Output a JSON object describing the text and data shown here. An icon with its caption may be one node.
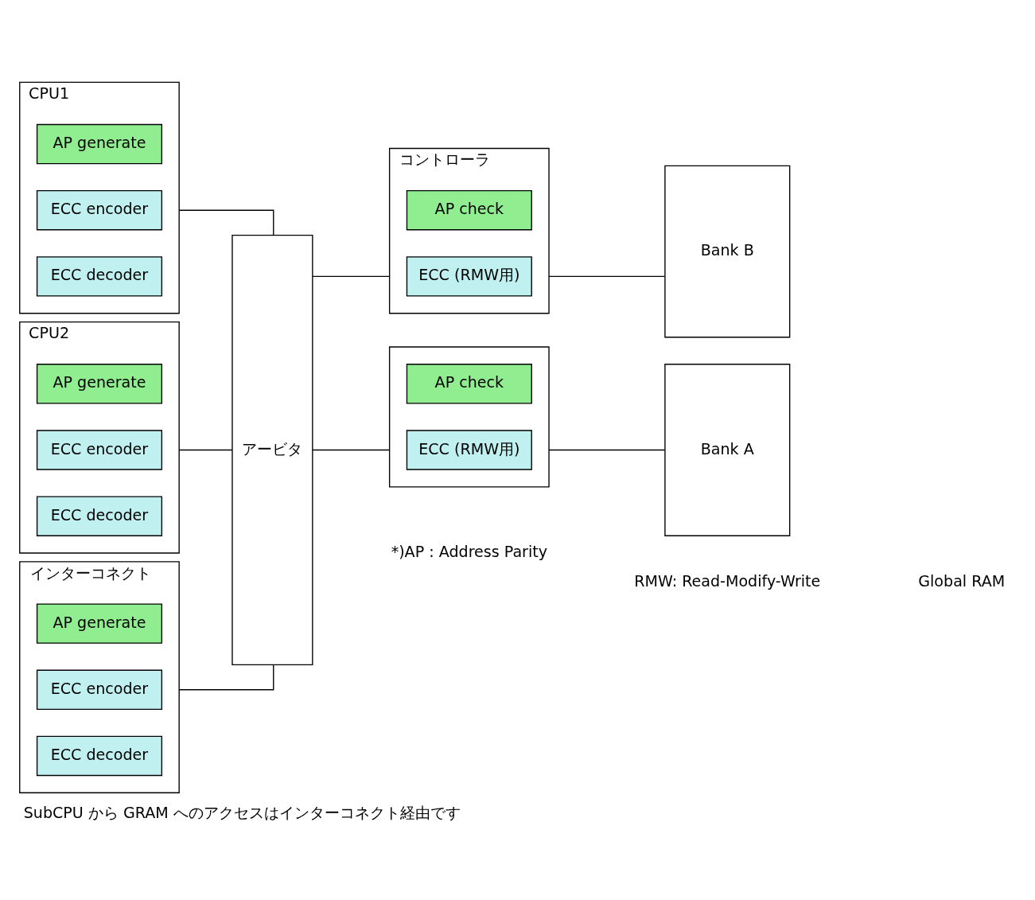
{
  "diagram": {
    "caption": "SubCPU から GRAM へのアクセスはインターコネクト経由です",
    "nodes": [
      {
        "text": [
          "CPU1"
        ]
      },
      {
        "text": [
          "AP generate"
        ],
        "in": 0
      },
      {
        "text": [
          "ECC encoder"
        ],
        "in": 0
      },
      {
        "text": [
          "ECC decoder"
        ],
        "in": 0
      },
      {
        "text": [
          "CPU2"
        ]
      },
      {
        "text": [
          "AP generate"
        ],
        "in": 4
      },
      {
        "text": [
          "ECC encoder"
        ],
        "in": 4
      },
      {
        "text": [
          "ECC decoder"
        ],
        "in": 4
      },
      {
        "text": [
          "インターコネクト"
        ]
      },
      {
        "text": [
          "AP generate"
        ],
        "in": 8
      },
      {
        "text": [
          "ECC encoder"
        ],
        "in": 8
      },
      {
        "text": [
          "ECC decoder"
        ],
        "in": 8
      },
      {
        "text": [
          "アービタ"
        ]
      },
      {
        "text": [
          "コントローラ"
        ]
      },
      {
        "text": [
          "AP check"
        ],
        "in": 13
      },
      {
        "text": [
          "ECC (RMW用)"
        ],
        "in": 13
      },
      {
        "text": [],
        "shape": "box"
      },
      {
        "text": [
          "AP check"
        ],
        "in": 16
      },
      {
        "text": [
          "ECC (RMW用)"
        ],
        "in": 16
      },
      {
        "text": [
          "Bank B"
        ]
      },
      {
        "text": [
          "Bank A"
        ]
      }
    ],
    "edges": [
      {
        "from": 0,
        "to": 12,
        "arrow": "none"
      },
      {
        "from": 4,
        "to": 12,
        "arrow": "none"
      },
      {
        "from": 8,
        "to": 12,
        "arrow": "none"
      },
      {
        "from": 12,
        "to": 13,
        "arrow": "none"
      },
      {
        "from": 12,
        "to": 16,
        "arrow": "none"
      },
      {
        "from": 13,
        "to": 19,
        "arrow": "none"
      },
      {
        "from": 16,
        "to": 20,
        "arrow": "none"
      }
    ],
    "labels": [
      "*)AP : Address Parity",
      "RMW: Read-Modify-Write",
      "Global RAM"
    ]
  }
}
